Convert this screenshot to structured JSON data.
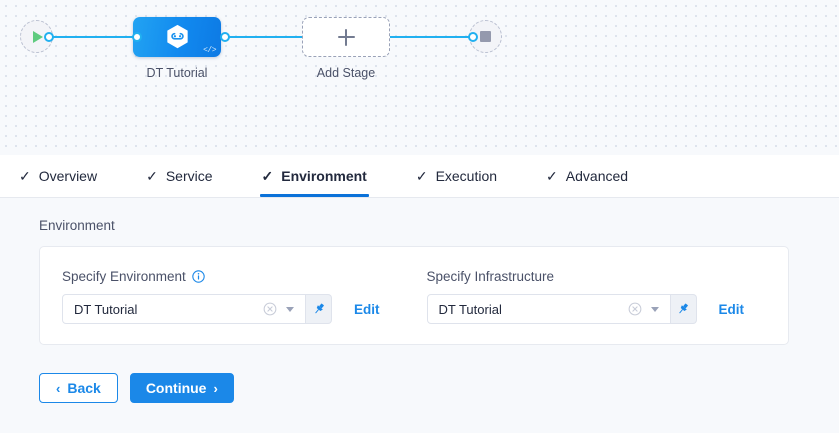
{
  "pipeline": {
    "start_node": {
      "icon": "play-icon",
      "name": "start-node"
    },
    "end_node": {
      "icon": "stop-icon",
      "name": "end-node"
    },
    "stage": {
      "label": "DT Tutorial",
      "icon": "harness-hexagon-icon",
      "badge": "</>"
    },
    "add_stage": {
      "label": "Add Stage",
      "icon": "plus-icon"
    }
  },
  "tabs": [
    {
      "label": "Overview",
      "check": "✓",
      "active": false
    },
    {
      "label": "Service",
      "check": "✓",
      "active": false
    },
    {
      "label": "Environment",
      "check": "✓",
      "active": true
    },
    {
      "label": "Execution",
      "check": "✓",
      "active": false
    },
    {
      "label": "Advanced",
      "check": "✓",
      "active": false
    }
  ],
  "section": {
    "title": "Environment"
  },
  "fields": [
    {
      "label": "Specify Environment",
      "has_info": true,
      "value": "DT Tutorial",
      "clear_icon": "clear-circle-icon",
      "dropdown_icon": "chevron-down-icon",
      "pin_icon": "pin-icon",
      "edit_label": "Edit"
    },
    {
      "label": "Specify Infrastructure",
      "has_info": false,
      "value": "DT Tutorial",
      "clear_icon": "clear-circle-icon",
      "dropdown_icon": "chevron-down-icon",
      "pin_icon": "pin-icon",
      "edit_label": "Edit"
    }
  ],
  "footer": {
    "back_label": "Back",
    "back_chevron": "‹",
    "continue_label": "Continue",
    "continue_chevron": "›"
  },
  "colors": {
    "accent": "#1b88e8",
    "active_tab_underline": "#0b72d9",
    "edge": "#21b0f0",
    "canvas_bg": "#f7f9fc",
    "play_green": "#5fcb7f",
    "stop_gray": "#9499ad"
  }
}
